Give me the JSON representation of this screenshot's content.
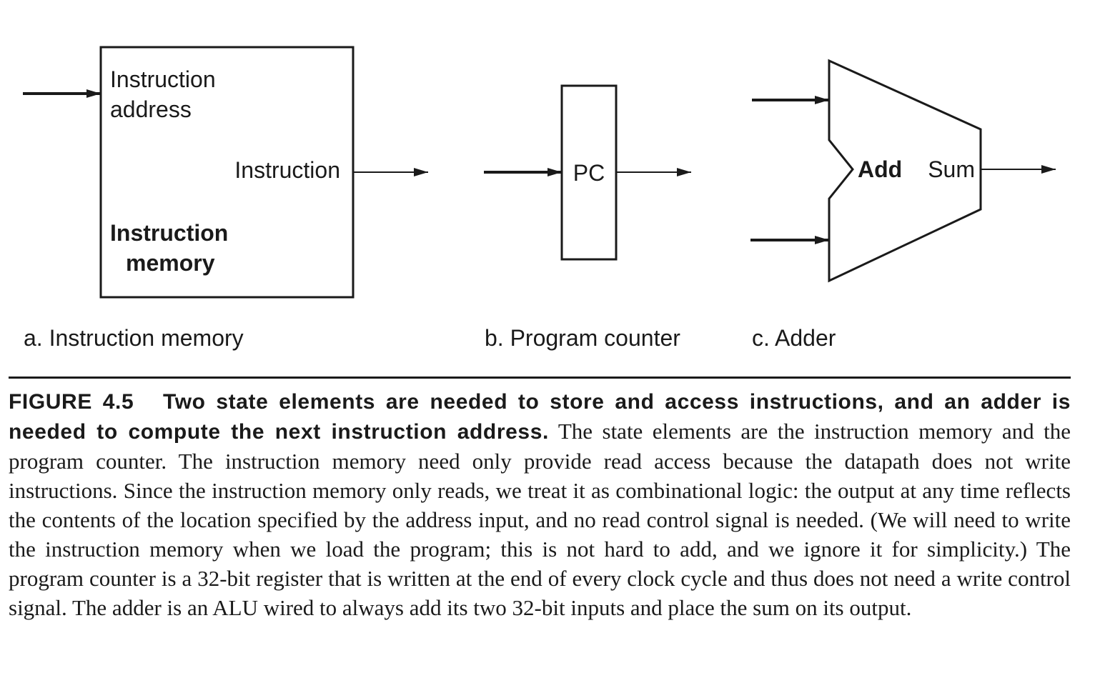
{
  "diagram": {
    "instruction_memory": {
      "input_label_line1": "Instruction",
      "input_label_line2": "address",
      "output_label": "Instruction",
      "name_line1": "Instruction",
      "name_line2": "memory",
      "subcaption": "a. Instruction memory"
    },
    "program_counter": {
      "name": "PC",
      "subcaption": "b. Program counter"
    },
    "adder": {
      "name": "Add",
      "output_label": "Sum",
      "subcaption": "c. Adder"
    }
  },
  "caption": {
    "figure_number": "FIGURE 4.5",
    "title": "Two state elements are needed to store and access instructions, and an adder is needed to compute the next instruction address.",
    "body": "The state elements are the instruction memory and the program counter. The instruction memory need only provide read access because the datapath does not write instructions. Since the instruction memory only reads, we treat it as combinational logic: the output at any time reflects the contents of the location specified by the address input, and no read control signal is needed. (We will need to write the instruction memory when we load the program; this is not hard to add, and we ignore it for simplicity.) The program counter is a 32-bit register that is written at the end of every clock cycle and thus does not need a write control signal. The adder is an ALU wired to always add its two 32-bit inputs and place the sum on its output."
  }
}
